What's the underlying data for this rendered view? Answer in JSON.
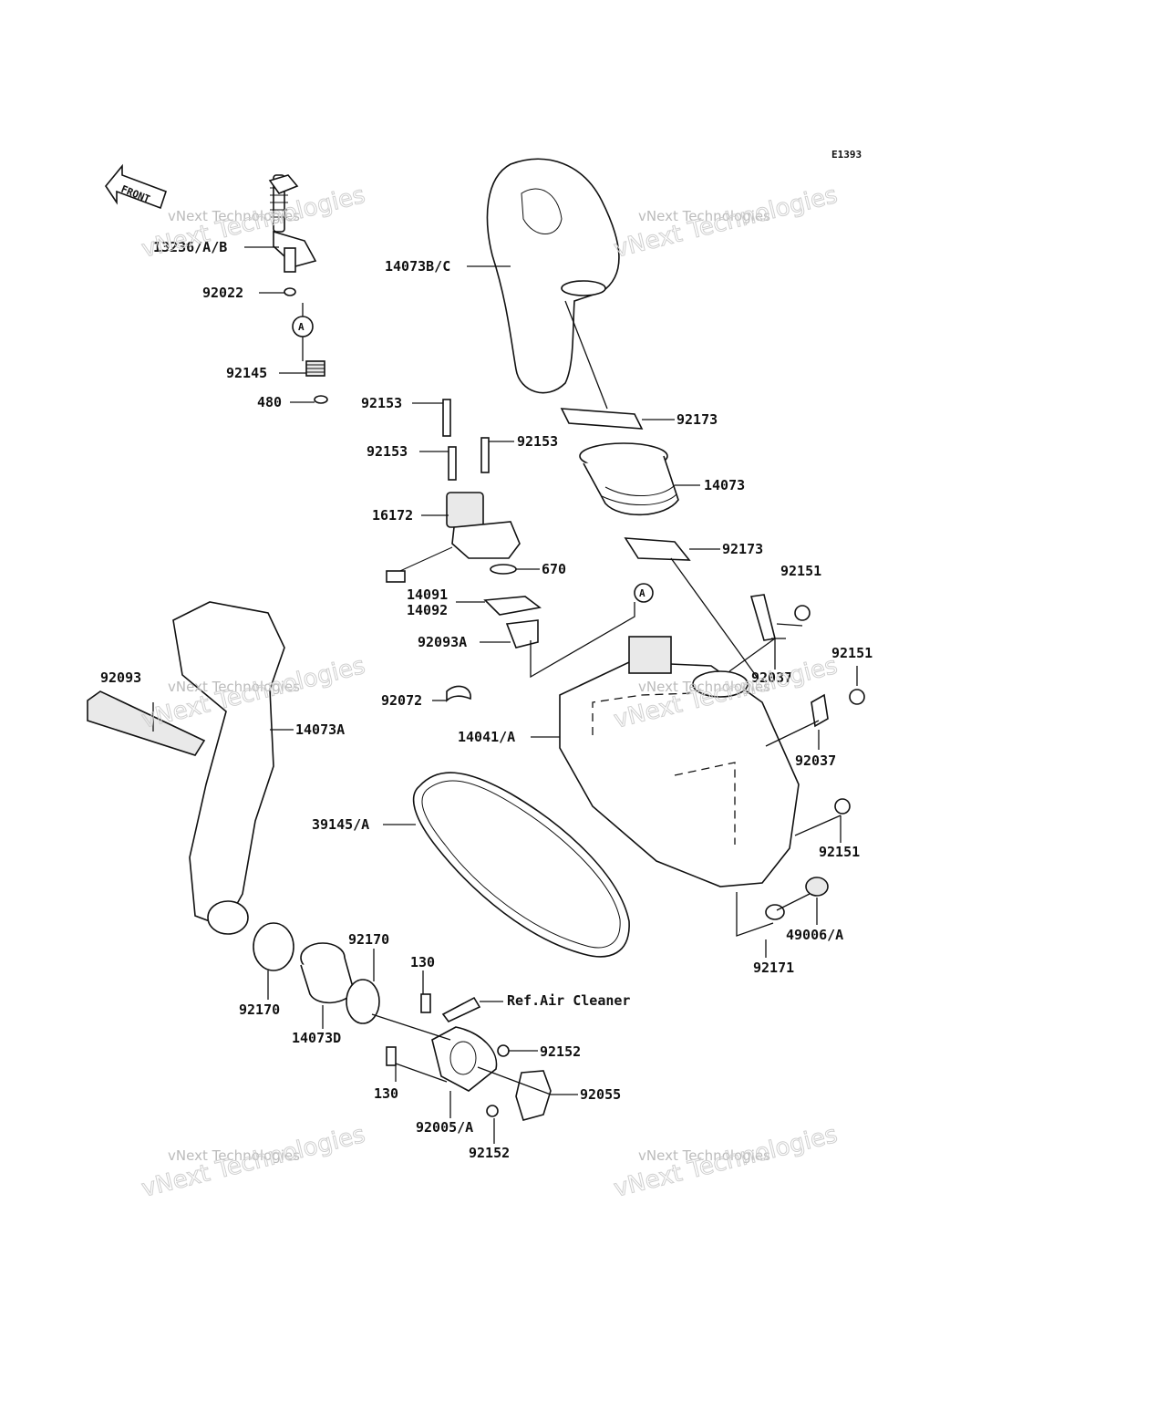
{
  "diagram_code": "E1393",
  "front_label": "FRONT",
  "callout_letter": "A",
  "watermark": {
    "line1": "vNext Technologies",
    "line2": "vNext Technologies"
  },
  "reference_note": "Ref.Air Cleaner",
  "parts": {
    "p13236": "13236/A/B",
    "p92022": "92022",
    "p92145": "92145",
    "p480": "480",
    "p14073bc": "14073B/C",
    "p92153a": "92153",
    "p92153b": "92153",
    "p92153c": "92153",
    "p92173a": "92173",
    "p14073": "14073",
    "p16172": "16172",
    "p92173b": "92173",
    "p670": "670",
    "p14091": "14091",
    "p14092": "14092",
    "p92151a": "92151",
    "p92093a": "92093A",
    "p92037a": "92037",
    "p92151b": "92151",
    "p92093": "92093",
    "p92072": "92072",
    "p14073a": "14073A",
    "p14041": "14041/A",
    "p92037b": "92037",
    "p39145": "39145/A",
    "p92151c": "92151",
    "p49006": "49006/A",
    "p92171": "92171",
    "p92170a": "92170",
    "p130a": "130",
    "p92170b": "92170",
    "p14073d": "14073D",
    "p92152a": "92152",
    "p92055": "92055",
    "p130b": "130",
    "p92005": "92005/A",
    "p92152b": "92152"
  }
}
